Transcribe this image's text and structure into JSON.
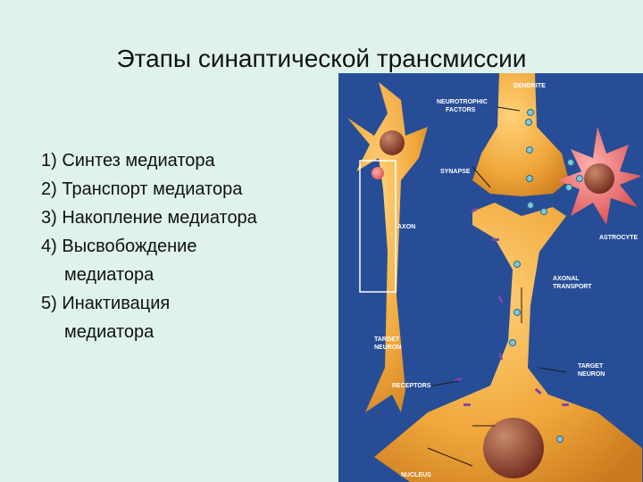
{
  "slide": {
    "title": "Этапы синаптической трансмиссии",
    "steps": [
      {
        "num": "1)",
        "line1": "Синтез медиатора",
        "line2": ""
      },
      {
        "num": "2)",
        "line1": "Транспорт медиатора",
        "line2": ""
      },
      {
        "num": "3)",
        "line1": "Накопление медиатора",
        "line2": ""
      },
      {
        "num": "4)",
        "line1": "Высвобождение",
        "line2": "медиатора"
      },
      {
        "num": "5)",
        "line1": "Инактивация",
        "line2": "медиатора"
      }
    ]
  },
  "figure": {
    "labels": {
      "dendrite": "DENDRITE",
      "neurotrophic_1": "NEUROTROPHIC",
      "neurotrophic_2": "FACTORS",
      "synapse": "SYNAPSE",
      "axon": "AXON",
      "astrocyte": "ASTROCYTE",
      "axonal_1": "AXONAL",
      "axonal_2": "TRANSPORT",
      "target_left_1": "TARGET",
      "target_left_2": "NEURON",
      "target_right_1": "TARGET",
      "target_right_2": "NEURON",
      "receptors": "RECEPTORS",
      "nucleus": "NUCLEUS"
    },
    "colors": {
      "background": "#274d97",
      "neuron": "#f0a63a",
      "astrocyte": "#e34a4a",
      "nucleus": "#8a3a2a"
    }
  }
}
